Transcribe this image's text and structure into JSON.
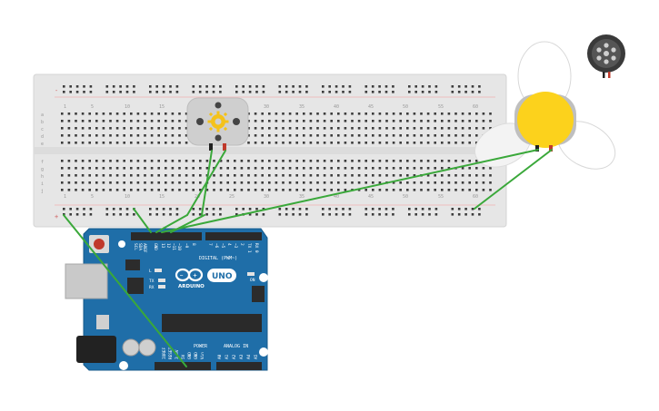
{
  "breadboard": {
    "row_letters_top": [
      "a",
      "b",
      "c",
      "d",
      "e"
    ],
    "row_letters_bottom": [
      "f",
      "g",
      "h",
      "i",
      "j"
    ],
    "column_numbers": [
      "1",
      "5",
      "10",
      "15",
      "20",
      "25",
      "30",
      "35",
      "40",
      "45",
      "50",
      "55",
      "60"
    ],
    "rail_minus": "-",
    "rail_plus": "+"
  },
  "arduino": {
    "brand": "ARDUINO",
    "model": "UNO",
    "digital_label": "DIGITAL (PWM~)",
    "power_label": "POWER",
    "analog_label": "ANALOG IN",
    "on_label": "ON",
    "tx_label": "TX",
    "rx_label": "RX",
    "l_label": "L",
    "top_pins": [
      "SCL",
      "SDA",
      "AREF",
      "GND",
      "13",
      "12",
      "~11",
      "~10",
      "~9",
      "8",
      "7",
      "~6",
      "~5",
      "4",
      "~3",
      "2",
      "TX 1",
      "RX 0"
    ],
    "power_pins": [
      "IOREF",
      "RESET",
      "3.3V",
      "5V",
      "GND",
      "GND",
      "Vin"
    ],
    "analog_pins": [
      "A0",
      "A1",
      "A2",
      "A3",
      "A4",
      "A5"
    ]
  },
  "colors": {
    "board_blue": "#1f6ea8",
    "breadboard": "#e8e8e8",
    "wire_green": "#3aa83a",
    "fan_yellow": "#fcd21c",
    "motor_body": "#c8c8c8"
  }
}
